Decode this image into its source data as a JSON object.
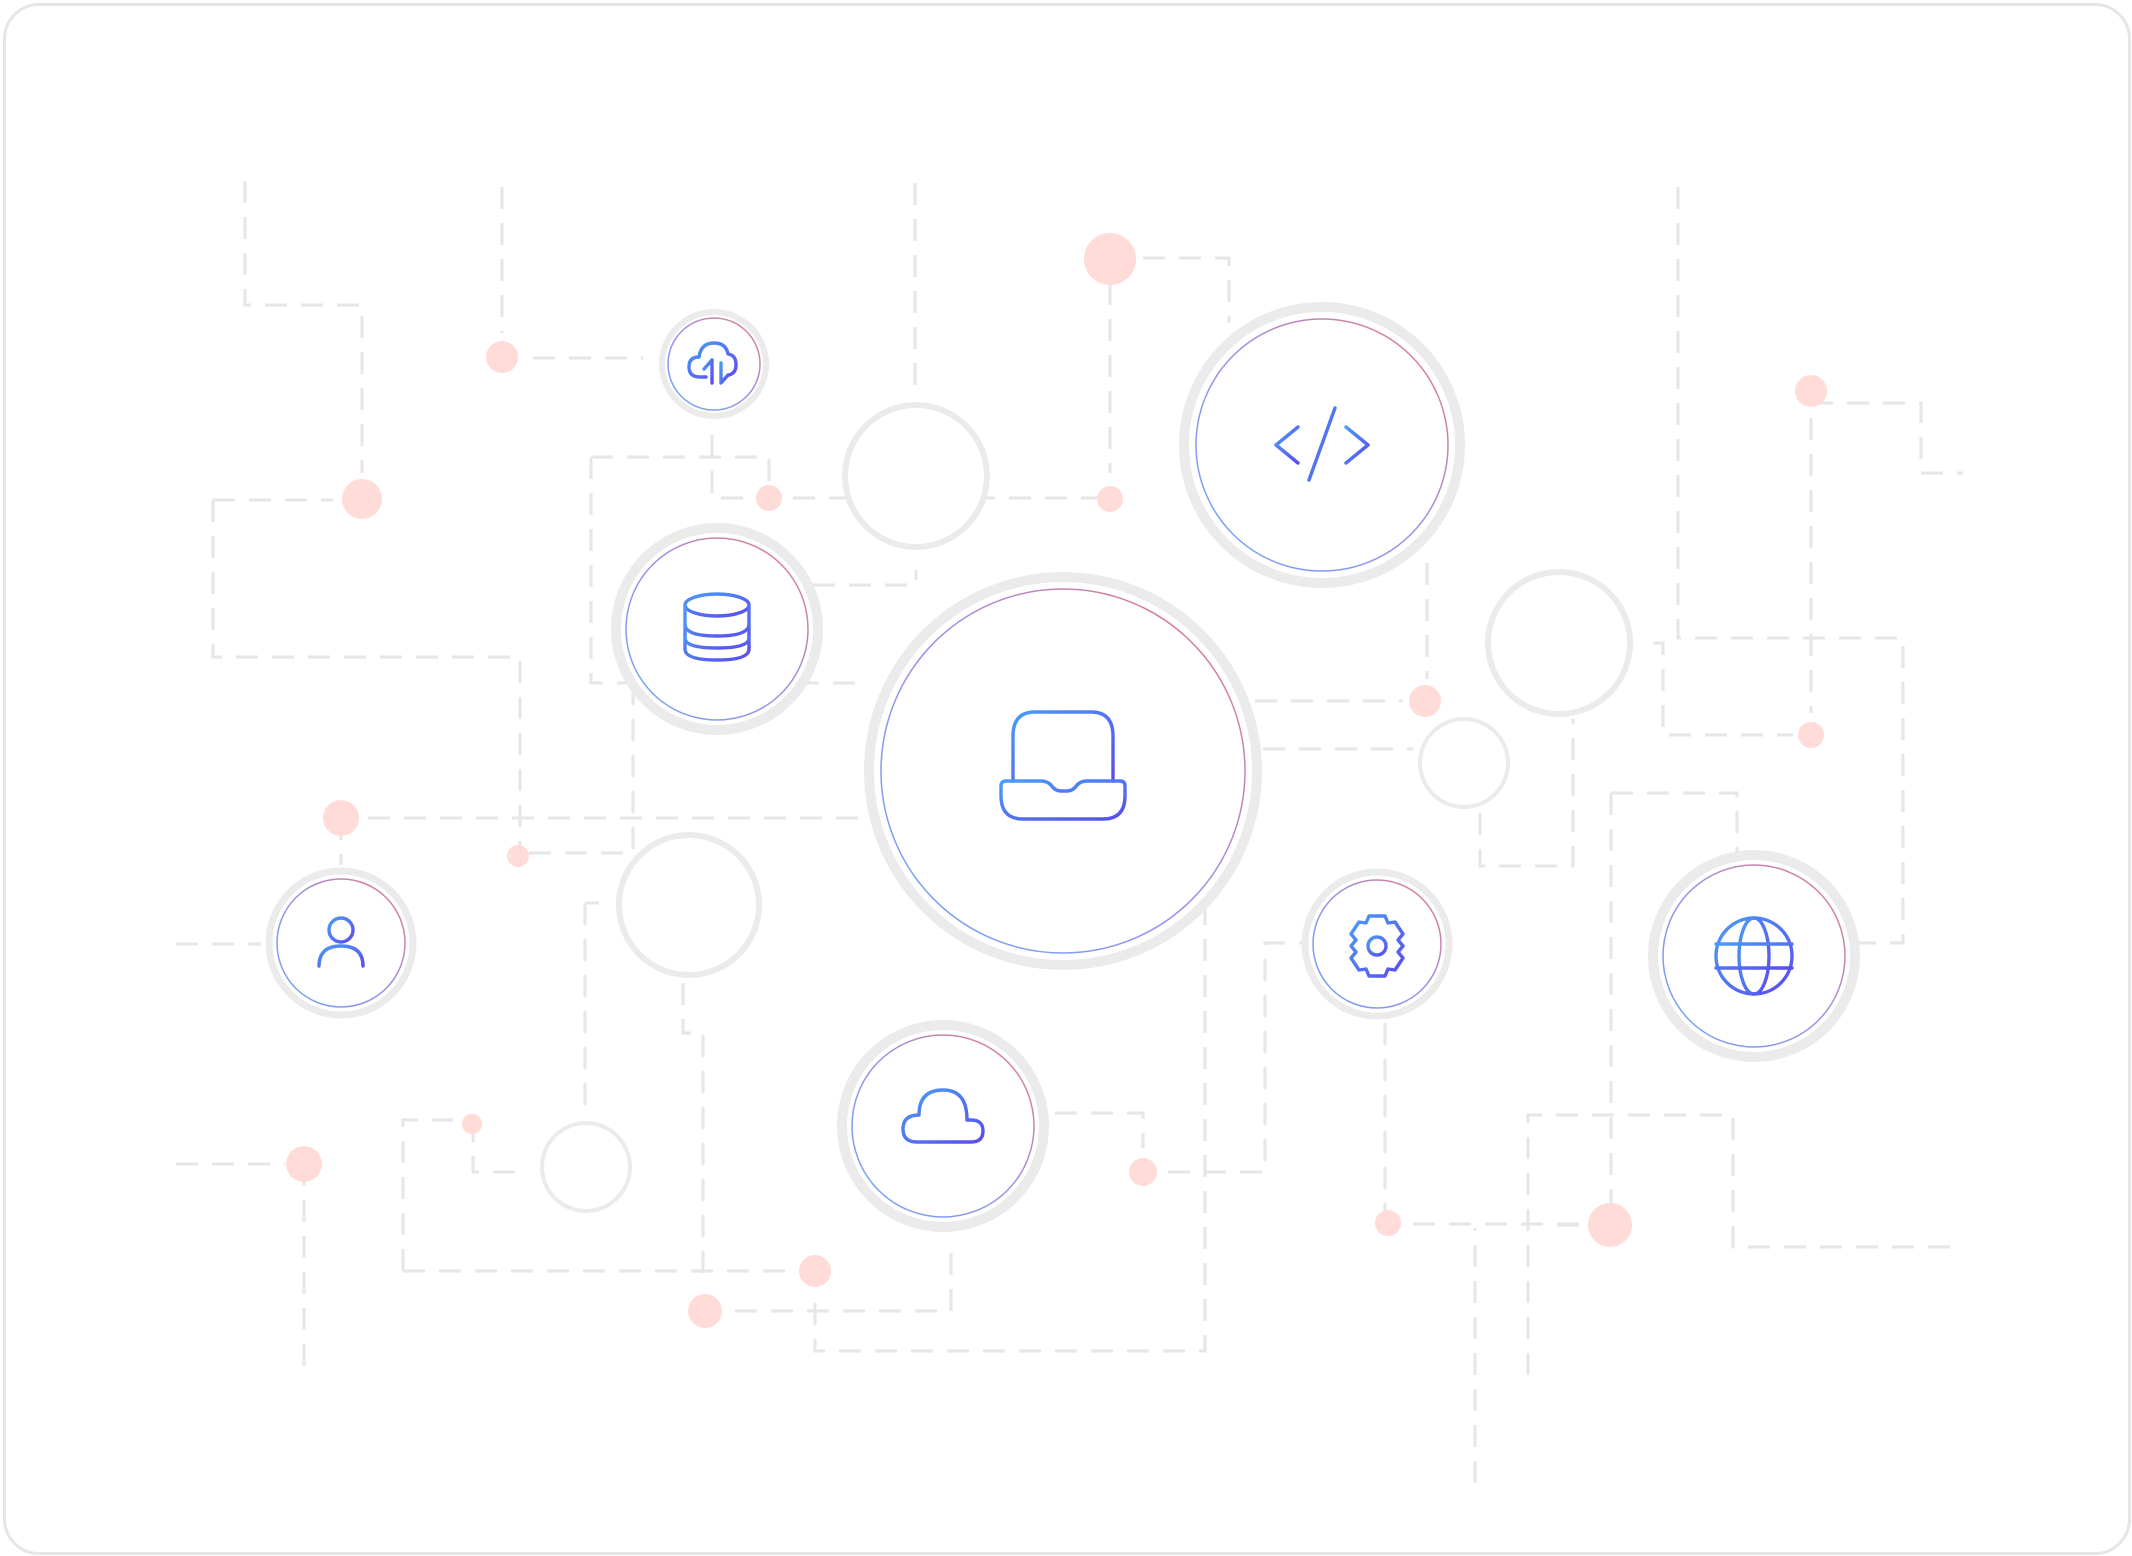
{
  "colors": {
    "frame_border": "#e6e6e6",
    "connector": "#e6e6e6",
    "ring": "#ebebeb",
    "dot": "#ffdcd8",
    "icon_gradient_start": "#4a9cf6",
    "icon_gradient_end": "#5a4cf0",
    "inner_ring_blue": "#6aa8f8",
    "inner_ring_red": "#f07a7a"
  },
  "nodes": [
    {
      "id": "laptop",
      "icon": "laptop-icon"
    },
    {
      "id": "code",
      "icon": "code-icon"
    },
    {
      "id": "database",
      "icon": "database-icon"
    },
    {
      "id": "cloud-sync",
      "icon": "cloud-sync-icon"
    },
    {
      "id": "user",
      "icon": "user-icon"
    },
    {
      "id": "settings",
      "icon": "gear-icon"
    },
    {
      "id": "globe",
      "icon": "globe-icon"
    },
    {
      "id": "cloud",
      "icon": "cloud-icon"
    }
  ]
}
